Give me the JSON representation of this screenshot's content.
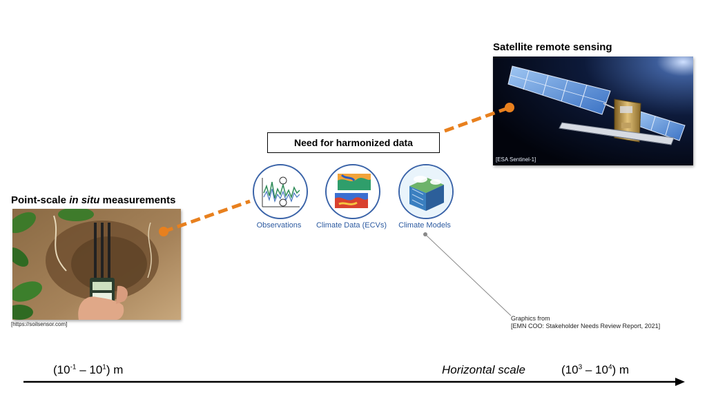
{
  "satellite": {
    "title": "Satellite  remote sensing",
    "credit": "[ESA Sentinel-1]"
  },
  "point_scale": {
    "title_pre": "Point-scale ",
    "title_italic": "in situ",
    "title_post": " measurements",
    "credit": "[https://soilsensor.com]"
  },
  "harmonized": {
    "label": "Need for harmonized data"
  },
  "circles": [
    {
      "label": "Observations",
      "icon": "observations-chart-icon"
    },
    {
      "label": "Climate Data (ECVs)",
      "icon": "climate-data-map-icon"
    },
    {
      "label": "Climate Models",
      "icon": "climate-model-cube-icon"
    }
  ],
  "graphics_note": {
    "line1": "Graphics from",
    "line2": "[EMN  COO: Stakeholder Needs Review Report, 2021]"
  },
  "scale_axis": {
    "left_base": "(10",
    "left_exp1": "-1",
    "left_mid": " –  10",
    "left_exp2": "1",
    "left_end": ") m",
    "label": "Horizontal scale",
    "right_base": "(10",
    "right_exp1": "3",
    "right_mid": " –  10",
    "right_exp2": "4",
    "right_end": ") m"
  },
  "colors": {
    "connector": "#e8801e",
    "circle_border": "#3a63a8",
    "circle_text": "#2c5aa0"
  }
}
